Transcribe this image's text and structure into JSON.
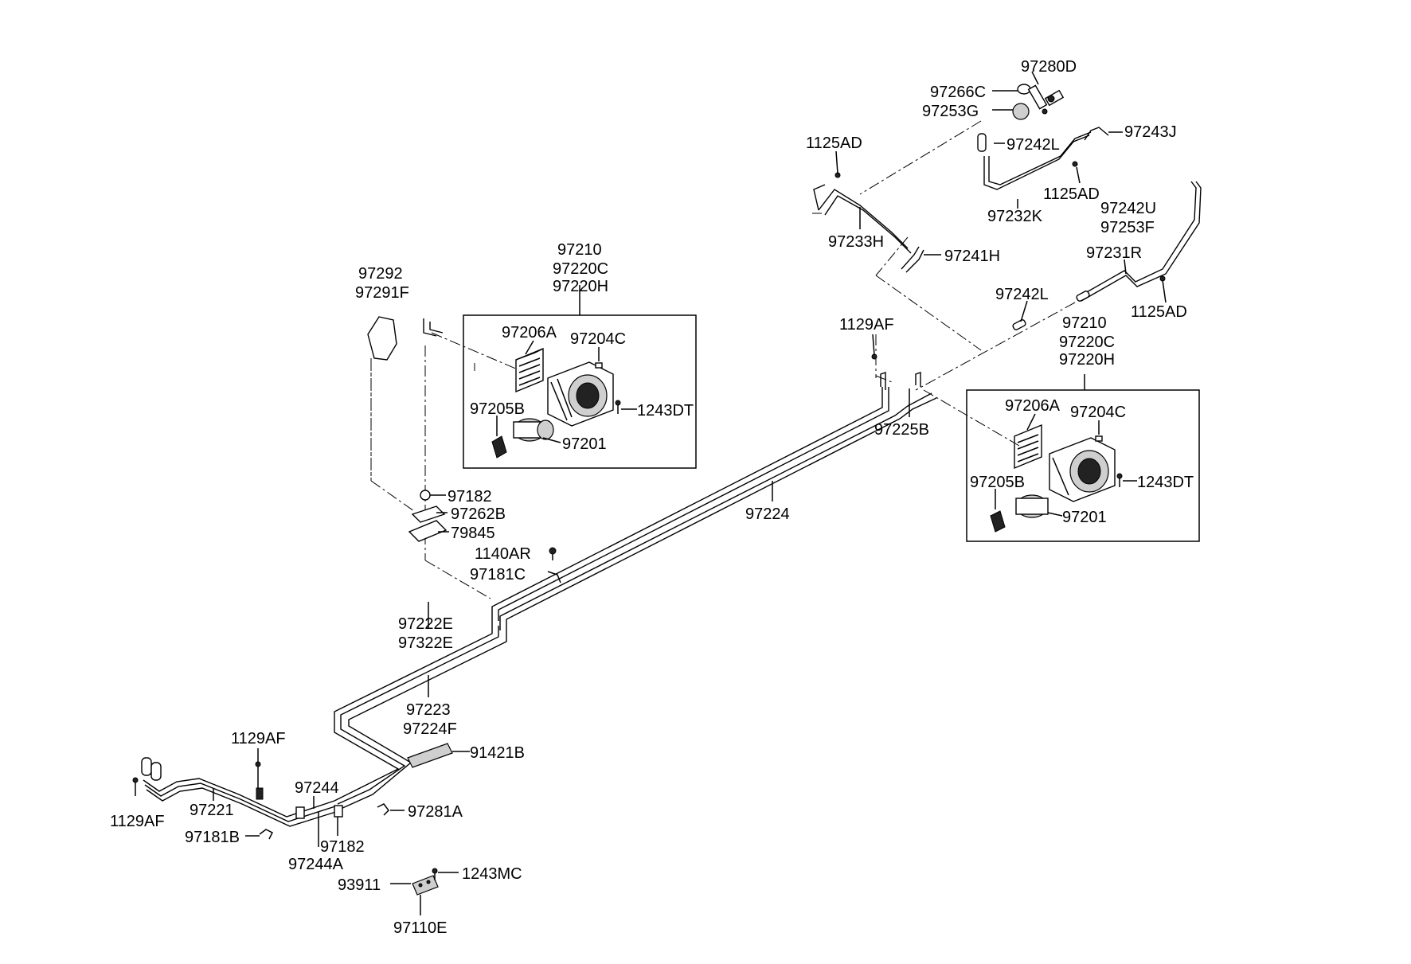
{
  "diagram": {
    "colors": {
      "line": "#000000",
      "background": "#ffffff"
    },
    "labels": {
      "l_97280D": "97280D",
      "l_97266C": "97266C",
      "l_97253G": "97253G",
      "l_97243J": "97243J",
      "l_1125AD_a": "1125AD",
      "l_97242L_a": "97242L",
      "l_1125AD_b": "1125AD",
      "l_97232K": "97232K",
      "l_97242U": "97242U",
      "l_97253F": "97253F",
      "l_97233H": "97233H",
      "l_97241H": "97241H",
      "l_97231R": "97231R",
      "l_1125AD_c": "1125AD",
      "l_97242L_b": "97242L",
      "l_97210_a": "97210",
      "l_97220C_a": "97220C",
      "l_97220H_a": "97220H",
      "l_97292": "97292",
      "l_97291F": "97291F",
      "l_97206A_a": "97206A",
      "l_97204C_a": "97204C",
      "l_97205B_a": "97205B",
      "l_1243DT_a": "1243DT",
      "l_97201_a": "97201",
      "l_1129AF_a": "1129AF",
      "l_97210_b": "97210",
      "l_97220C_b": "97220C",
      "l_97220H_b": "97220H",
      "l_97225B": "97225B",
      "l_97206A_b": "97206A",
      "l_97204C_b": "97204C",
      "l_97205B_b": "97205B",
      "l_1243DT_b": "1243DT",
      "l_97201_b": "97201",
      "l_97182_a": "97182",
      "l_97262B": "97262B",
      "l_79845": "79845",
      "l_97224": "97224",
      "l_1140AR": "1140AR",
      "l_97181C": "97181C",
      "l_97222E": "97222E",
      "l_97322E": "97322E",
      "l_97223": "97223",
      "l_97224F": "97224F",
      "l_1129AF_b": "1129AF",
      "l_91421B": "91421B",
      "l_97244": "97244",
      "l_97221": "97221",
      "l_1129AF_c": "1129AF",
      "l_97281A": "97281A",
      "l_97181B": "97181B",
      "l_97182_b": "97182",
      "l_97244A": "97244A",
      "l_93911": "93911",
      "l_1243MC": "1243MC",
      "l_97110E": "97110E"
    }
  }
}
